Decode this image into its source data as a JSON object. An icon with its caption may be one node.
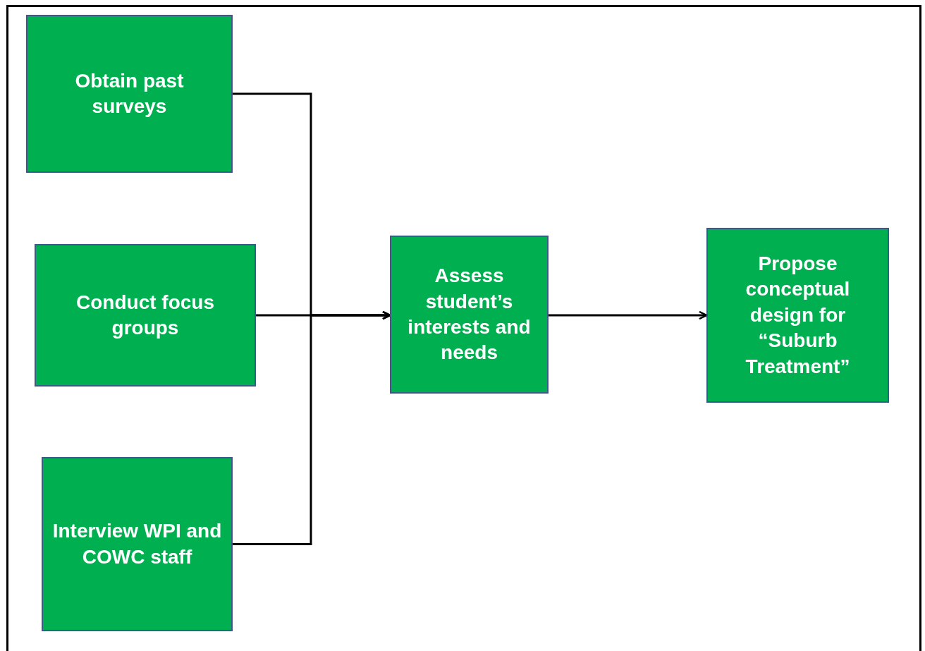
{
  "diagram": {
    "nodes": [
      {
        "text": [
          "Obtain past surveys"
        ]
      },
      {
        "text": [
          "Conduct focus groups"
        ]
      },
      {
        "text": [
          "Interview WPI and COWC staff"
        ]
      },
      {
        "text": [
          "Assess student’s interests and needs"
        ]
      },
      {
        "text": [
          "Propose conceptual design for “Suburb Treatment”"
        ]
      }
    ],
    "edges": [
      {
        "from": 0,
        "to": 3,
        "arrow": "to"
      },
      {
        "from": 1,
        "to": 3,
        "arrow": "to"
      },
      {
        "from": 2,
        "to": 3,
        "arrow": "to"
      },
      {
        "from": 3,
        "to": 4,
        "arrow": "to"
      }
    ]
  }
}
